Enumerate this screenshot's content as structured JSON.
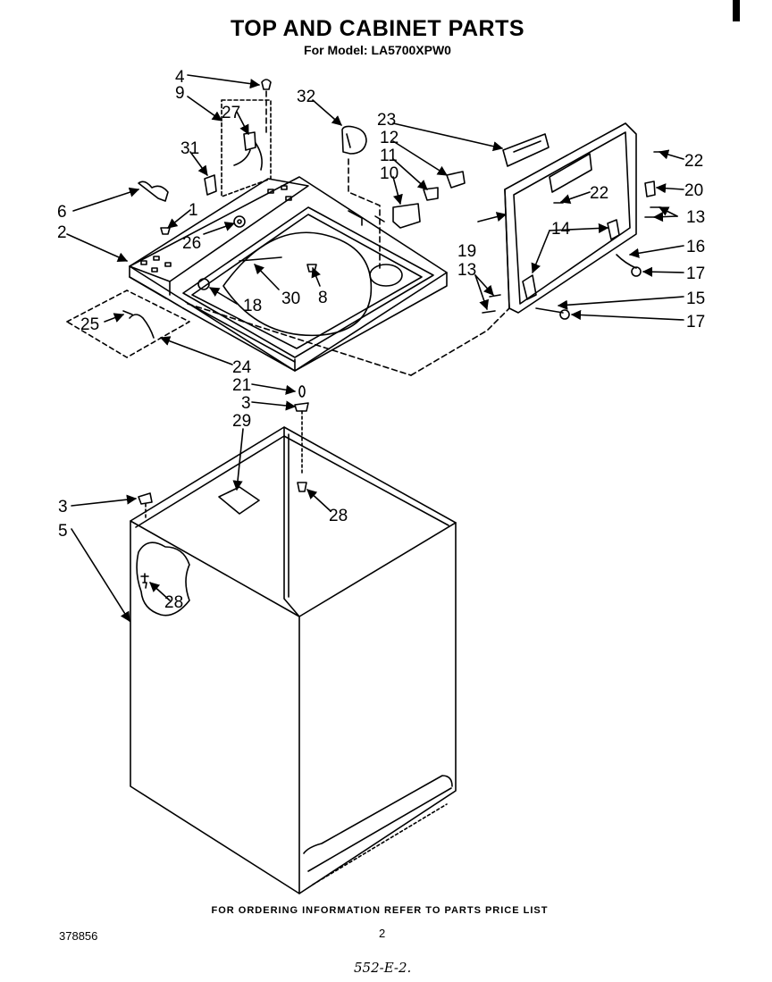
{
  "title": "TOP AND CABINET PARTS",
  "subtitle": "For Model: LA5700XPW0",
  "labels": {
    "p1": "1",
    "p2": "2",
    "p3a": "3",
    "p3b": "3",
    "p4": "4",
    "p5": "5",
    "p6": "6",
    "p8": "8",
    "p9": "9",
    "p10": "10",
    "p11": "11",
    "p12": "12",
    "p13a": "13",
    "p13b": "13",
    "p14": "14",
    "p15": "15",
    "p16": "16",
    "p17a": "17",
    "p17b": "17",
    "p18": "18",
    "p19": "19",
    "p20": "20",
    "p21": "21",
    "p22a": "22",
    "p22b": "22",
    "p23": "23",
    "p24": "24",
    "p25": "25",
    "p26": "26",
    "p27": "27",
    "p28a": "28",
    "p28b": "28",
    "p29": "29",
    "p30": "30",
    "p31": "31",
    "p32": "32"
  },
  "footer_note": "FOR ORDERING INFORMATION REFER TO PARTS PRICE LIST",
  "doc_number": "378856",
  "page_number": "2",
  "handwritten_note": "552-E-2."
}
